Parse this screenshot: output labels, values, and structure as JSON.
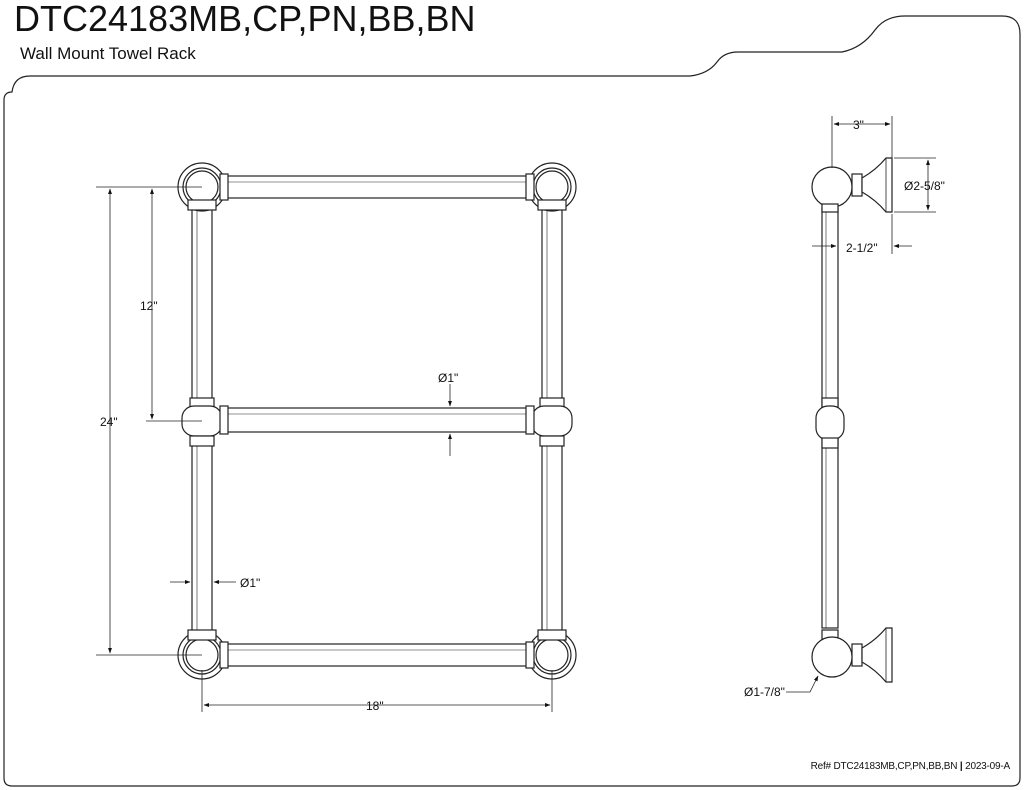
{
  "header": {
    "title": "DTC24183MB,CP,PN,BB,BN",
    "subtitle": "Wall Mount Towel Rack"
  },
  "front_view": {
    "dim_height_upper": "12\"",
    "dim_height_total": "24\"",
    "dim_bar_diameter": "Ø1\"",
    "dim_post_diameter": "Ø1\"",
    "dim_width": "18\""
  },
  "side_view": {
    "dim_depth": "3\"",
    "dim_flange_diameter": "Ø2-5/8\"",
    "dim_offset": "2-1/2\"",
    "dim_ball_diameter": "Ø1-7/8\""
  },
  "footer": {
    "ref_text": "Ref# DTC24183MB,CP,PN,BB,BN",
    "separator": "|",
    "revision": "2023-09-A"
  }
}
